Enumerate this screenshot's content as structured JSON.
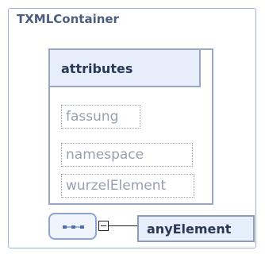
{
  "container": {
    "title": "TXMLContainer"
  },
  "attributes": {
    "title": "attributes",
    "items": [
      {
        "label": "fassung"
      },
      {
        "label": "namespace"
      },
      {
        "label": "wurzelElement"
      }
    ]
  },
  "sequence": {
    "icon": "sequence-icon"
  },
  "element": {
    "name": "anyElement"
  },
  "colors": {
    "border": "#9eb3d6",
    "header_fill": "#e6eefb",
    "title_text": "#4b5e7e",
    "label_text": "#2a3856",
    "attribute_text": "#97a0b0"
  }
}
